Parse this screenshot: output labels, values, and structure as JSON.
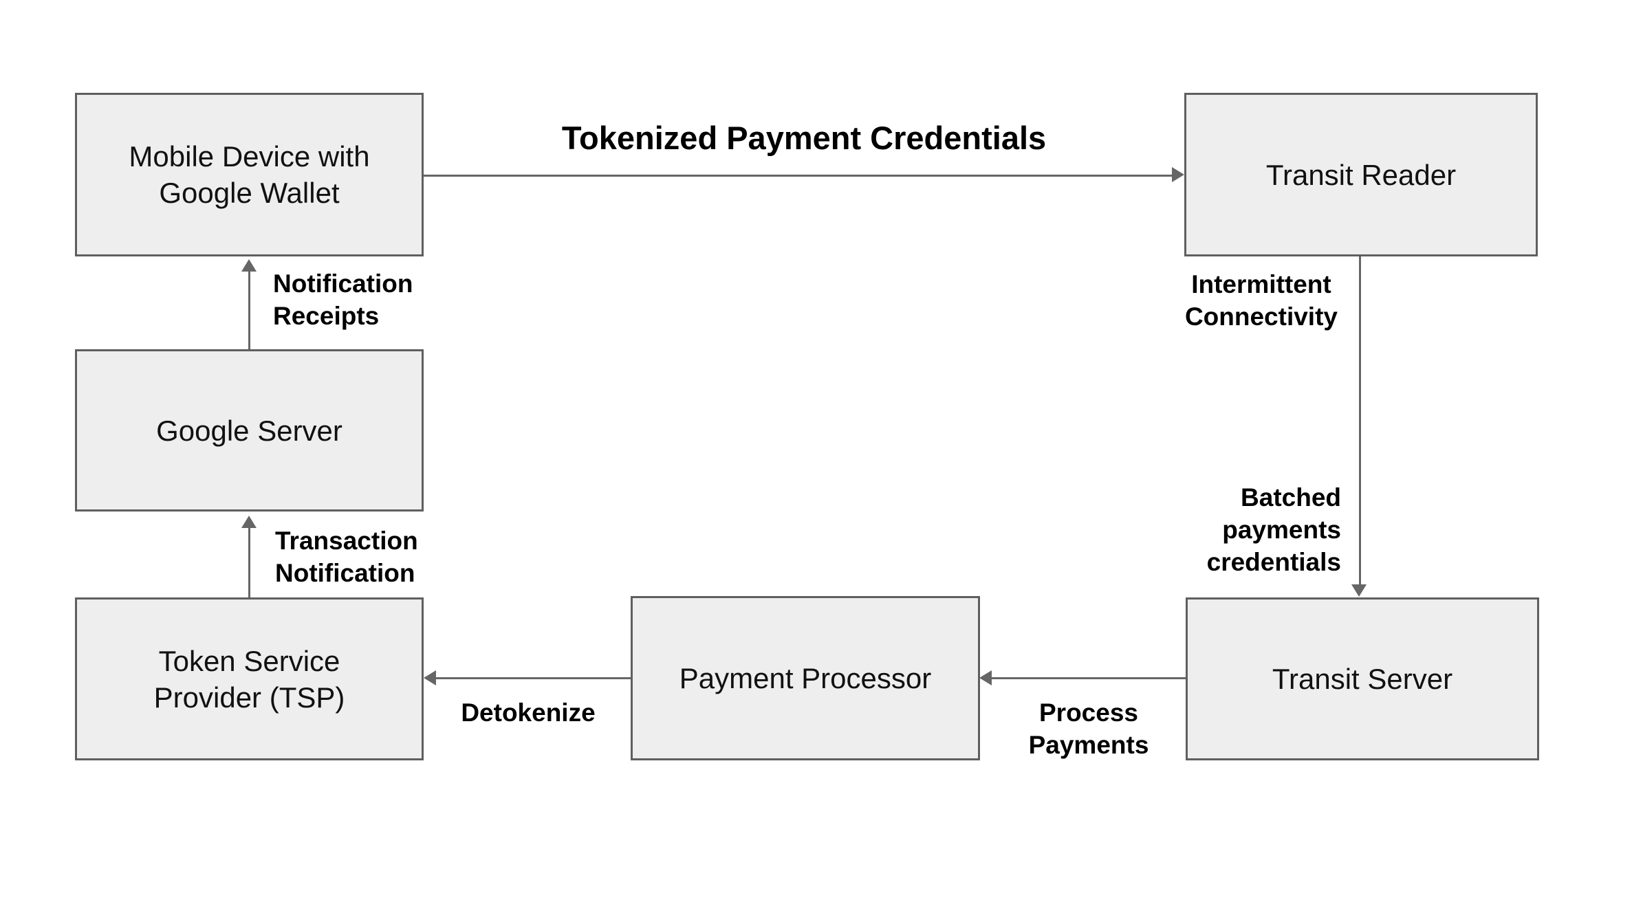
{
  "diagram": {
    "description": "Google Wallet transit tokenized payment flow diagram"
  },
  "colors": {
    "background": "#ffffff",
    "box_fill": "#eeeeee",
    "box_border": "#5f5f5f",
    "arrow": "#666666",
    "edge_label_text": "#000000",
    "node_text": "#111111"
  },
  "nodes": {
    "mobile": {
      "label": "Mobile Device with\nGoogle Wallet"
    },
    "reader": {
      "label": "Transit Reader"
    },
    "google": {
      "label": "Google Server"
    },
    "tsp": {
      "label": "Token Service\nProvider (TSP)"
    },
    "processor": {
      "label": "Payment Processor"
    },
    "transit_server": {
      "label": "Transit Server"
    }
  },
  "edges": {
    "tokenized": {
      "from": "mobile",
      "to": "reader",
      "direction": "right",
      "label": "Tokenized Payment Credentials"
    },
    "notification_receipts": {
      "from": "google",
      "to": "mobile",
      "direction": "up",
      "label": "Notification\nReceipts"
    },
    "transaction_notification": {
      "from": "tsp",
      "to": "google",
      "direction": "up",
      "label": "Transaction\nNotification"
    },
    "reader_to_transit_server": {
      "from": "reader",
      "to": "transit_server",
      "direction": "down",
      "label_top": "Intermittent\nConnectivity",
      "label_bottom": "Batched\npayments\ncredentials"
    },
    "process_payments": {
      "from": "transit_server",
      "to": "processor",
      "direction": "left",
      "label": "Process\nPayments"
    },
    "detokenize": {
      "from": "processor",
      "to": "tsp",
      "direction": "left",
      "label": "Detokenize"
    }
  }
}
